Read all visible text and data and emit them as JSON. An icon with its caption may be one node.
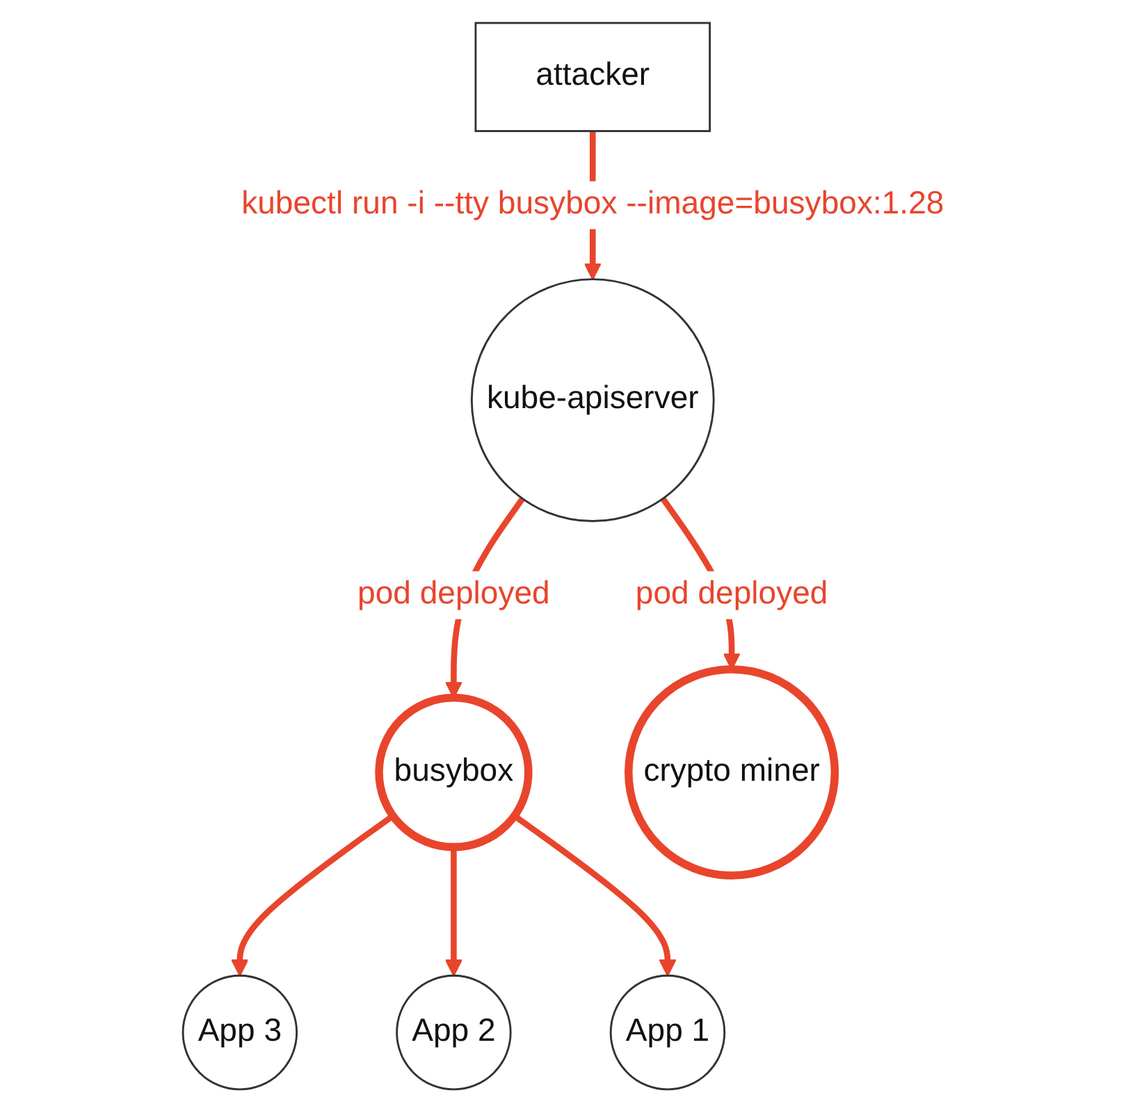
{
  "diagram": {
    "nodes": [
      {
        "text": [
          "attacker"
        ]
      },
      {
        "text": [
          "kube-apiserver"
        ]
      },
      {
        "text": [
          "App 3"
        ]
      },
      {
        "text": [
          "App 2"
        ]
      },
      {
        "text": [
          "App 1"
        ]
      },
      {
        "text": [
          "busybox"
        ]
      },
      {
        "text": [
          "crypto miner"
        ]
      }
    ],
    "edges": [
      {
        "from": 0,
        "to": 1,
        "arrow": "to",
        "label": "kubectl run -i --tty busybox --image=busybox:1.28"
      },
      {
        "from": 1,
        "to": 5,
        "arrow": "to",
        "label": "pod deployed"
      },
      {
        "from": 1,
        "to": 6,
        "arrow": "to",
        "label": "pod deployed"
      },
      {
        "from": 5,
        "to": 2,
        "arrow": "to"
      },
      {
        "from": 5,
        "to": 3,
        "arrow": "to"
      },
      {
        "from": 5,
        "to": 4,
        "arrow": "to"
      }
    ]
  }
}
